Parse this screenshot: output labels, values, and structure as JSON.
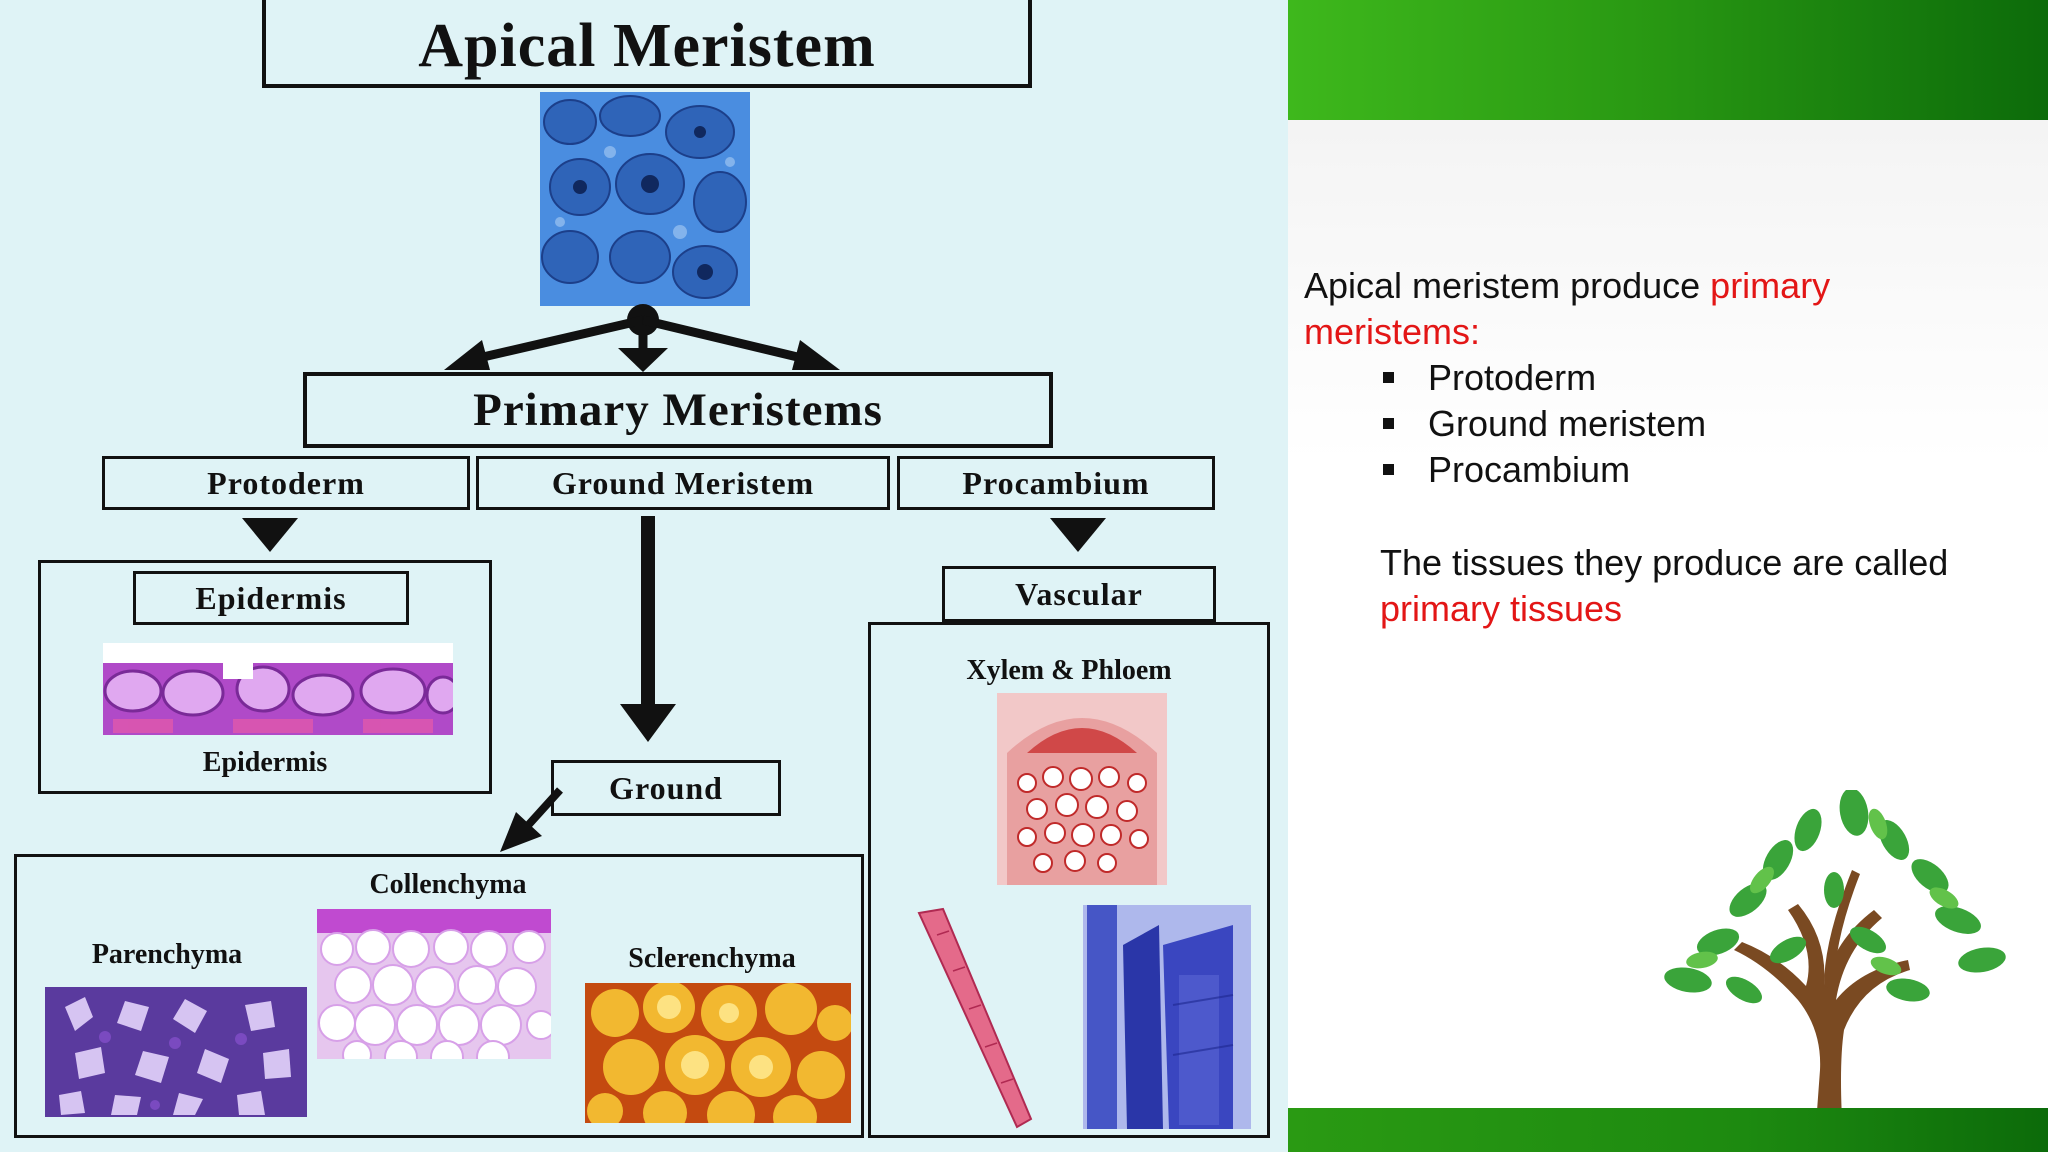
{
  "diagram": {
    "title": "Apical Meristem",
    "primary": "Primary Meristems",
    "protoderm": "Protoderm",
    "ground_meristem": "Ground Meristem",
    "procambium": "Procambium",
    "epidermis_box": "Epidermis",
    "epidermis_caption": "Epidermis",
    "ground": "Ground",
    "collenchyma": "Collenchyma",
    "parenchyma": "Parenchyma",
    "sclerenchyma": "Sclerenchyma",
    "vascular": "Vascular",
    "xylem_phloem": "Xylem & Phloem"
  },
  "slide": {
    "line1_prefix": "Apical meristem produce ",
    "line1_red": "primary",
    "line2_red": "meristems:",
    "bullets": [
      "Protoderm",
      "Ground meristem",
      "Procambium"
    ],
    "line3": "The tissues they produce are called",
    "line4_red": "primary tissues"
  },
  "colors": {
    "accent_green": "#2a9a13",
    "highlight_red": "#e31616"
  },
  "icons": {
    "tree": "tree-illustration"
  }
}
